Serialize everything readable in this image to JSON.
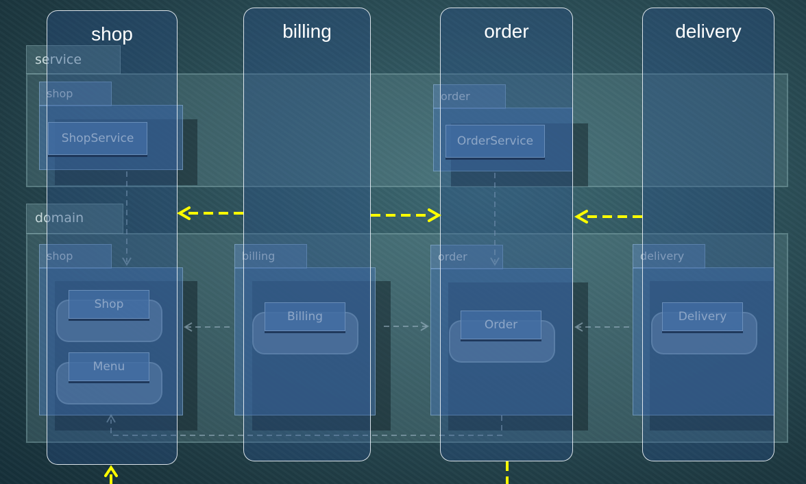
{
  "columns": [
    {
      "title": "shop"
    },
    {
      "title": "billing"
    },
    {
      "title": "order"
    },
    {
      "title": "delivery"
    }
  ],
  "layers": {
    "service": {
      "label": "service"
    },
    "domain": {
      "label": "domain"
    }
  },
  "service_packages": [
    {
      "label": "shop",
      "class": "ShopService"
    },
    {
      "label": "order",
      "class": "OrderService"
    }
  ],
  "domain_packages": [
    {
      "label": "shop",
      "classes": [
        "Shop",
        "Menu"
      ]
    },
    {
      "label": "billing",
      "classes": [
        "Billing"
      ]
    },
    {
      "label": "order",
      "classes": [
        "Order"
      ]
    },
    {
      "label": "delivery",
      "classes": [
        "Delivery"
      ]
    }
  ],
  "colors": {
    "arrow_highlight": "#ffff00",
    "column_border": "#f0f5fa",
    "dependency_line": "#9fb7c7"
  }
}
